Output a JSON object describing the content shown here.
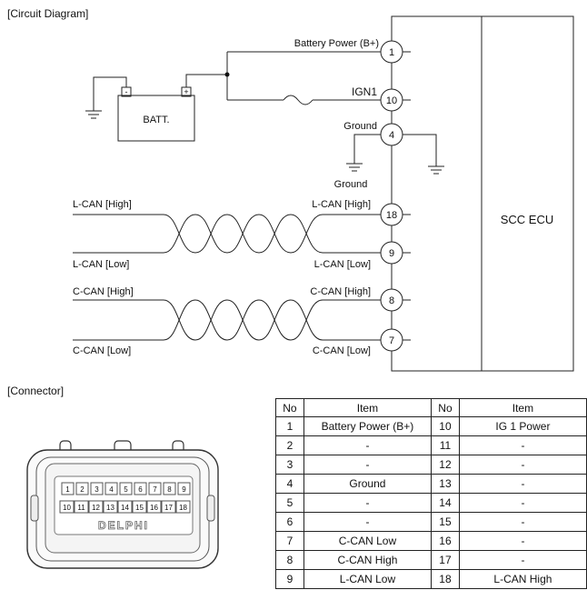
{
  "sections": {
    "circuit_label": "[Circuit Diagram]",
    "connector_label": "[Connector]"
  },
  "diagram": {
    "ecu_label": "SCC ECU",
    "battery_label": "BATT.",
    "battery_minus": "-",
    "battery_plus": "+",
    "pins": [
      {
        "number": "1",
        "label": "Battery Power (B+)"
      },
      {
        "number": "10",
        "label": "IGN1"
      },
      {
        "number": "4",
        "label": "Ground"
      },
      {
        "number": "18",
        "label": "L-CAN [High]"
      },
      {
        "number": "9",
        "label": "L-CAN [Low]"
      },
      {
        "number": "8",
        "label": "C-CAN [High]"
      },
      {
        "number": "7",
        "label": "C-CAN [Low]"
      }
    ],
    "ground_label": "Ground",
    "left_lines": [
      {
        "label": "L-CAN [High]"
      },
      {
        "label": "L-CAN [Low]"
      },
      {
        "label": "C-CAN [High]"
      },
      {
        "label": "C-CAN [Low]"
      }
    ]
  },
  "connector": {
    "brand": "DELPHI",
    "row1": [
      "1",
      "2",
      "3",
      "4",
      "5",
      "6",
      "7",
      "8",
      "9"
    ],
    "row2": [
      "10",
      "11",
      "12",
      "13",
      "14",
      "15",
      "16",
      "17",
      "18"
    ]
  },
  "table": {
    "headers": [
      "No",
      "Item",
      "No",
      "Item"
    ],
    "rows": [
      [
        "1",
        "Battery Power (B+)",
        "10",
        "IG 1 Power"
      ],
      [
        "2",
        "-",
        "11",
        "-"
      ],
      [
        "3",
        "-",
        "12",
        "-"
      ],
      [
        "4",
        "Ground",
        "13",
        "-"
      ],
      [
        "5",
        "-",
        "14",
        "-"
      ],
      [
        "6",
        "-",
        "15",
        "-"
      ],
      [
        "7",
        "C-CAN Low",
        "16",
        "-"
      ],
      [
        "8",
        "C-CAN High",
        "17",
        "-"
      ],
      [
        "9",
        "L-CAN Low",
        "18",
        "L-CAN High"
      ]
    ]
  }
}
